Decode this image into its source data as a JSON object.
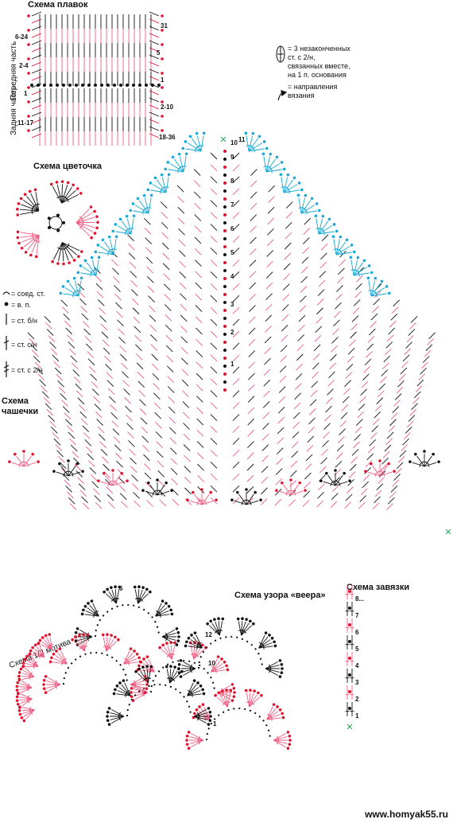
{
  "colors": {
    "black": "#111111",
    "red": "#e0122e",
    "pink": "#ef5d82",
    "cyan": "#17a9d4",
    "green": "#1aa14a"
  },
  "titles": {
    "flippers": "Схема плавок",
    "flower": "Схема цветочка",
    "cup": "Схема\nчашечки",
    "fan": "Схема узора «веера»",
    "tie": "Схема завязки",
    "half_motif": "Схема 1/2 мотива"
  },
  "side_labels": {
    "front": "Передняя часть",
    "back": "Задняя часть"
  },
  "flipper_rows": {
    "left": [
      "6-24",
      "2-4",
      "1",
      "11-17"
    ],
    "right": [
      "31",
      "5",
      "1",
      "2-10",
      "18-36"
    ]
  },
  "legend_top": {
    "symbol_icon": "cluster-3tr-icon",
    "cluster_text": "= 3 незаконченных\nст. с 2/н,\nсвязанных вместе,\nна 1 п. основания",
    "direction_text": "= направления\nвязания"
  },
  "legend_left": [
    {
      "icon": "slip-stitch-icon",
      "text": "= соед. ст."
    },
    {
      "icon": "chain-icon",
      "text": "= в. п."
    },
    {
      "icon": "sc-icon",
      "text": "= ст. б/н"
    },
    {
      "icon": "dc-icon",
      "text": "= ст. с/н"
    },
    {
      "icon": "tr-icon",
      "text": "= ст. с 2/н"
    }
  ],
  "cup_rows": [
    "1",
    "2",
    "3",
    "4",
    "5",
    "6",
    "7",
    "8",
    "9",
    "10",
    "11"
  ],
  "fan_rows": [
    "6",
    "12",
    "10",
    "1"
  ],
  "tie_rows": [
    "1",
    "2",
    "3",
    "4",
    "5",
    "6",
    "7",
    "8..."
  ],
  "watermark": "www.homyak55.ru"
}
